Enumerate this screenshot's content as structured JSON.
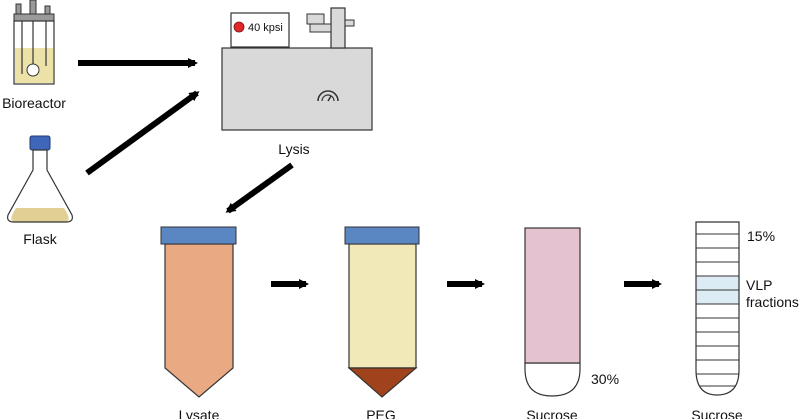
{
  "labels": {
    "bioreactor": "Bioreactor",
    "flask": "Flask",
    "lysis": "Lysis",
    "pressure": "40 kpsi",
    "lysate": "Lysate",
    "peg": "PEG",
    "sucrose_1": "Sucrose",
    "sucrose_2": "Sucrose",
    "pct_30": "30%",
    "pct_15": "15%",
    "vlp": "VLP",
    "fractions": "fractions"
  },
  "colors": {
    "stroke": "#333333",
    "vessel_liquid": "#ece2a8",
    "flask_liquid": "#e2cf94",
    "flask_cap": "#3f66b8",
    "machine_body": "#d9d9d9",
    "indicator_red": "#e02828",
    "tube_cap": "#5a86c2",
    "lysate_fill": "#e9a983",
    "peg_fill": "#f2e9b8",
    "peg_pellet": "#a0431d",
    "sucrose_pink": "#e5c2cf",
    "vlp_band": "#dcecf5",
    "arrow": "#000000"
  }
}
